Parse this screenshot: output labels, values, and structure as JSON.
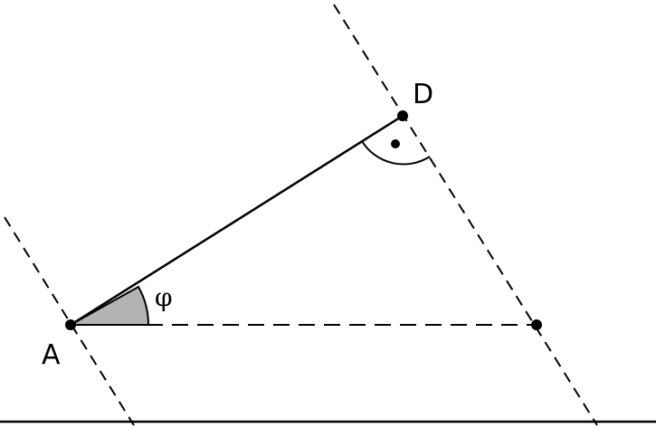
{
  "diagram": {
    "labels": {
      "point_a": "A",
      "point_d": "D",
      "angle": "φ"
    },
    "right_angle_marker": true,
    "angle_fill_color": "#b3b3b3",
    "line_color": "#000000"
  }
}
